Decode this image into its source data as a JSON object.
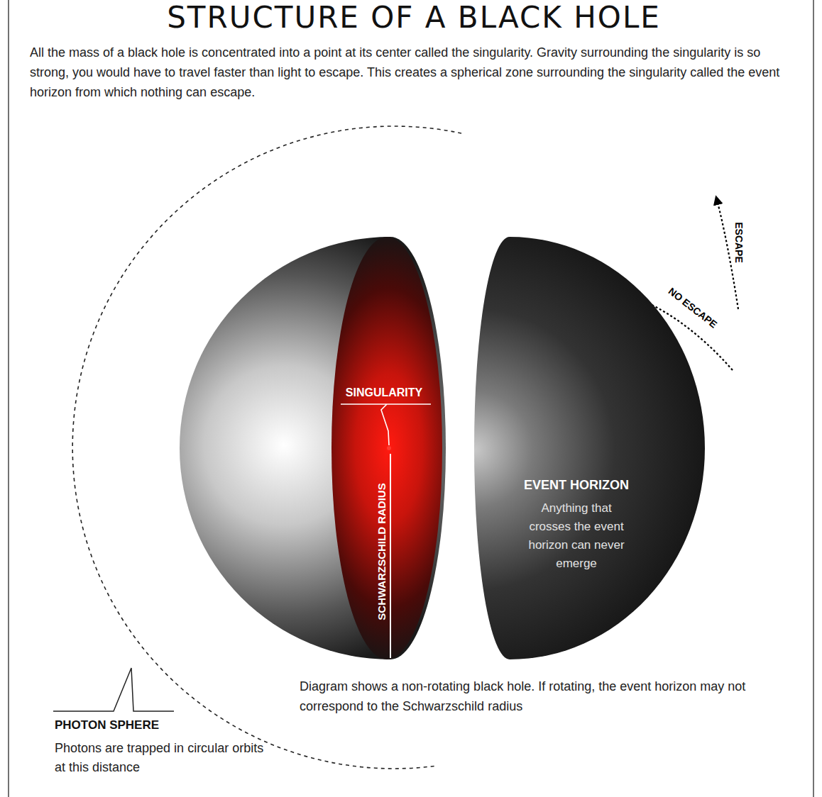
{
  "diagram": {
    "title": "STRUCTURE OF A BLACK HOLE",
    "caption": "All the mass of a black hole is concentrated into a point at its center called the singularity. Gravity surrounding the singularity is so strong, you would have to travel faster than light to escape. This creates a spherical zone surrounding the singularity called the event horizon from which nothing can escape.",
    "nodes": [
      {
        "text": [
          "EVENT HORIZON",
          "Anything that crosses the event horizon can never emerge"
        ]
      }
    ],
    "labels": [
      "SINGULARITY",
      "SCHWARZSCHILD RADIUS",
      "NO ESCAPE",
      "ESCAPE",
      "PHOTON SPHERE",
      "Photons are trapped in circular orbits at this distance",
      "Diagram shows a non-rotating black hole. If rotating, the event horizon may not correspond to the Schwarzschild radius"
    ]
  }
}
